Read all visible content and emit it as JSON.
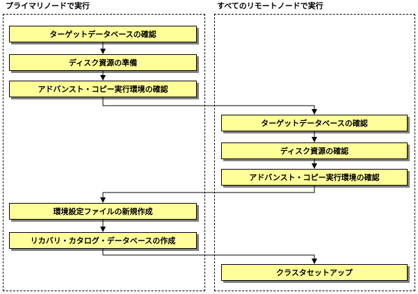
{
  "lanes": {
    "primary": {
      "title": "プライマリノードで実行",
      "steps": [
        "ターゲットデータベースの確認",
        "ディスク資源の準備",
        "アドバンスト・コピー実行環境の確認",
        "環境設定ファイルの新規作成",
        "リカバリ・カタログ・データベースの作成"
      ]
    },
    "remote": {
      "title": "すべてのリモートノードで実行",
      "steps": [
        "ターゲットデータベースの確認",
        "ディスク資源の確認",
        "アドバンスト・コピー実行環境の確認",
        "クラスタセットアップ"
      ]
    }
  },
  "colors": {
    "box_fill": "#ffff99",
    "box_border": "#000000",
    "shadow": "#808080"
  }
}
